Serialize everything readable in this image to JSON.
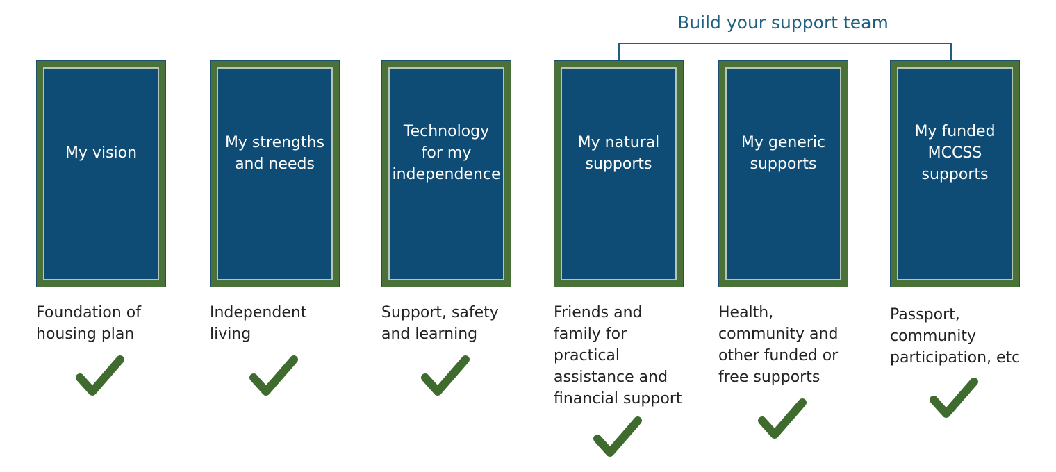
{
  "header": {
    "title": "Build your support team"
  },
  "columns": [
    {
      "box": "My vision",
      "caption": "Foundation of housing plan"
    },
    {
      "box": "My strengths and needs",
      "caption": "Independent living"
    },
    {
      "box": "Technology for my independence",
      "caption": "Support, safety and learning"
    },
    {
      "box": "My natural supports",
      "caption": "Friends and family for practical assistance and financial support"
    },
    {
      "box": "My generic supports",
      "caption": "Health, community and other funded or free supports"
    },
    {
      "box": "My funded MCCSS supports",
      "caption": "Passport, community participation, etc"
    }
  ],
  "colors": {
    "box": "#0f4c75",
    "frame": "#4a7238",
    "check": "#3f6b2e",
    "title": "#1f5f80"
  }
}
